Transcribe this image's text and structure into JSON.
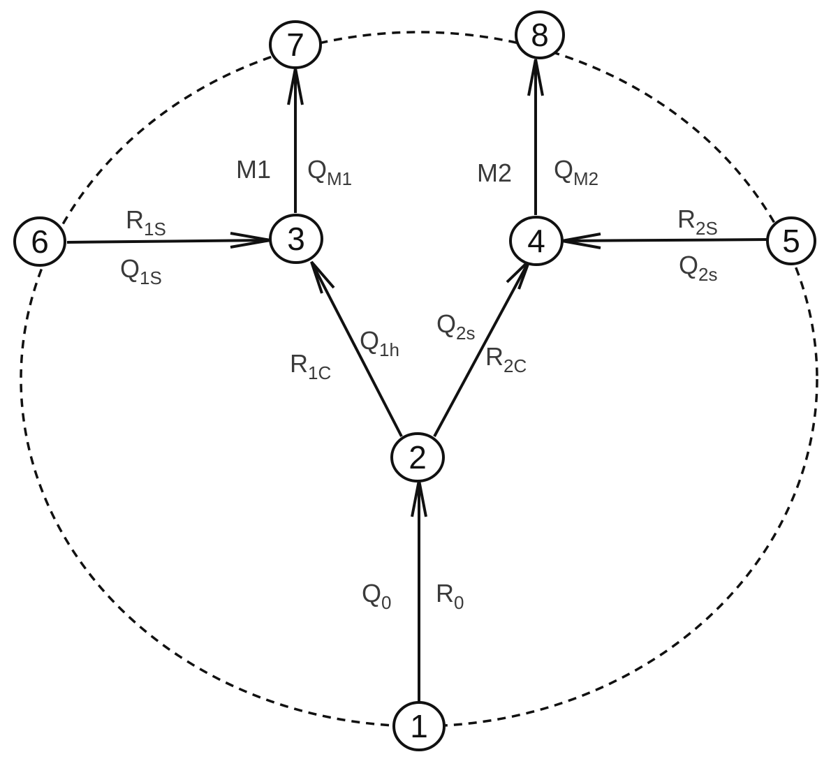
{
  "nodes": {
    "n1": "1",
    "n2": "2",
    "n3": "3",
    "n4": "4",
    "n5": "5",
    "n6": "6",
    "n7": "7",
    "n8": "8"
  },
  "edges": {
    "e_1_2": {
      "a_main": "Q",
      "a_sub": "0",
      "b_main": "R",
      "b_sub": "0"
    },
    "e_2_3": {
      "a_main": "Q",
      "a_sub": "1h",
      "b_main": "R",
      "b_sub": "1C"
    },
    "e_2_4": {
      "a_main": "Q",
      "a_sub": "2s",
      "b_main": "R",
      "b_sub": "2C"
    },
    "e_6_3": {
      "a_main": "R",
      "a_sub": "1S",
      "b_main": "Q",
      "b_sub": "1S"
    },
    "e_5_4": {
      "a_main": "R",
      "a_sub": "2S",
      "b_main": "Q",
      "b_sub": "2s"
    },
    "e_3_7": {
      "a_main": "M1",
      "b_main": "Q",
      "b_sub": "M1"
    },
    "e_4_8": {
      "a_main": "M2",
      "b_main": "Q",
      "b_sub": "M2"
    }
  },
  "colors": {
    "stroke": "#111111",
    "label": "#3a3a3a",
    "background": "#ffffff"
  }
}
